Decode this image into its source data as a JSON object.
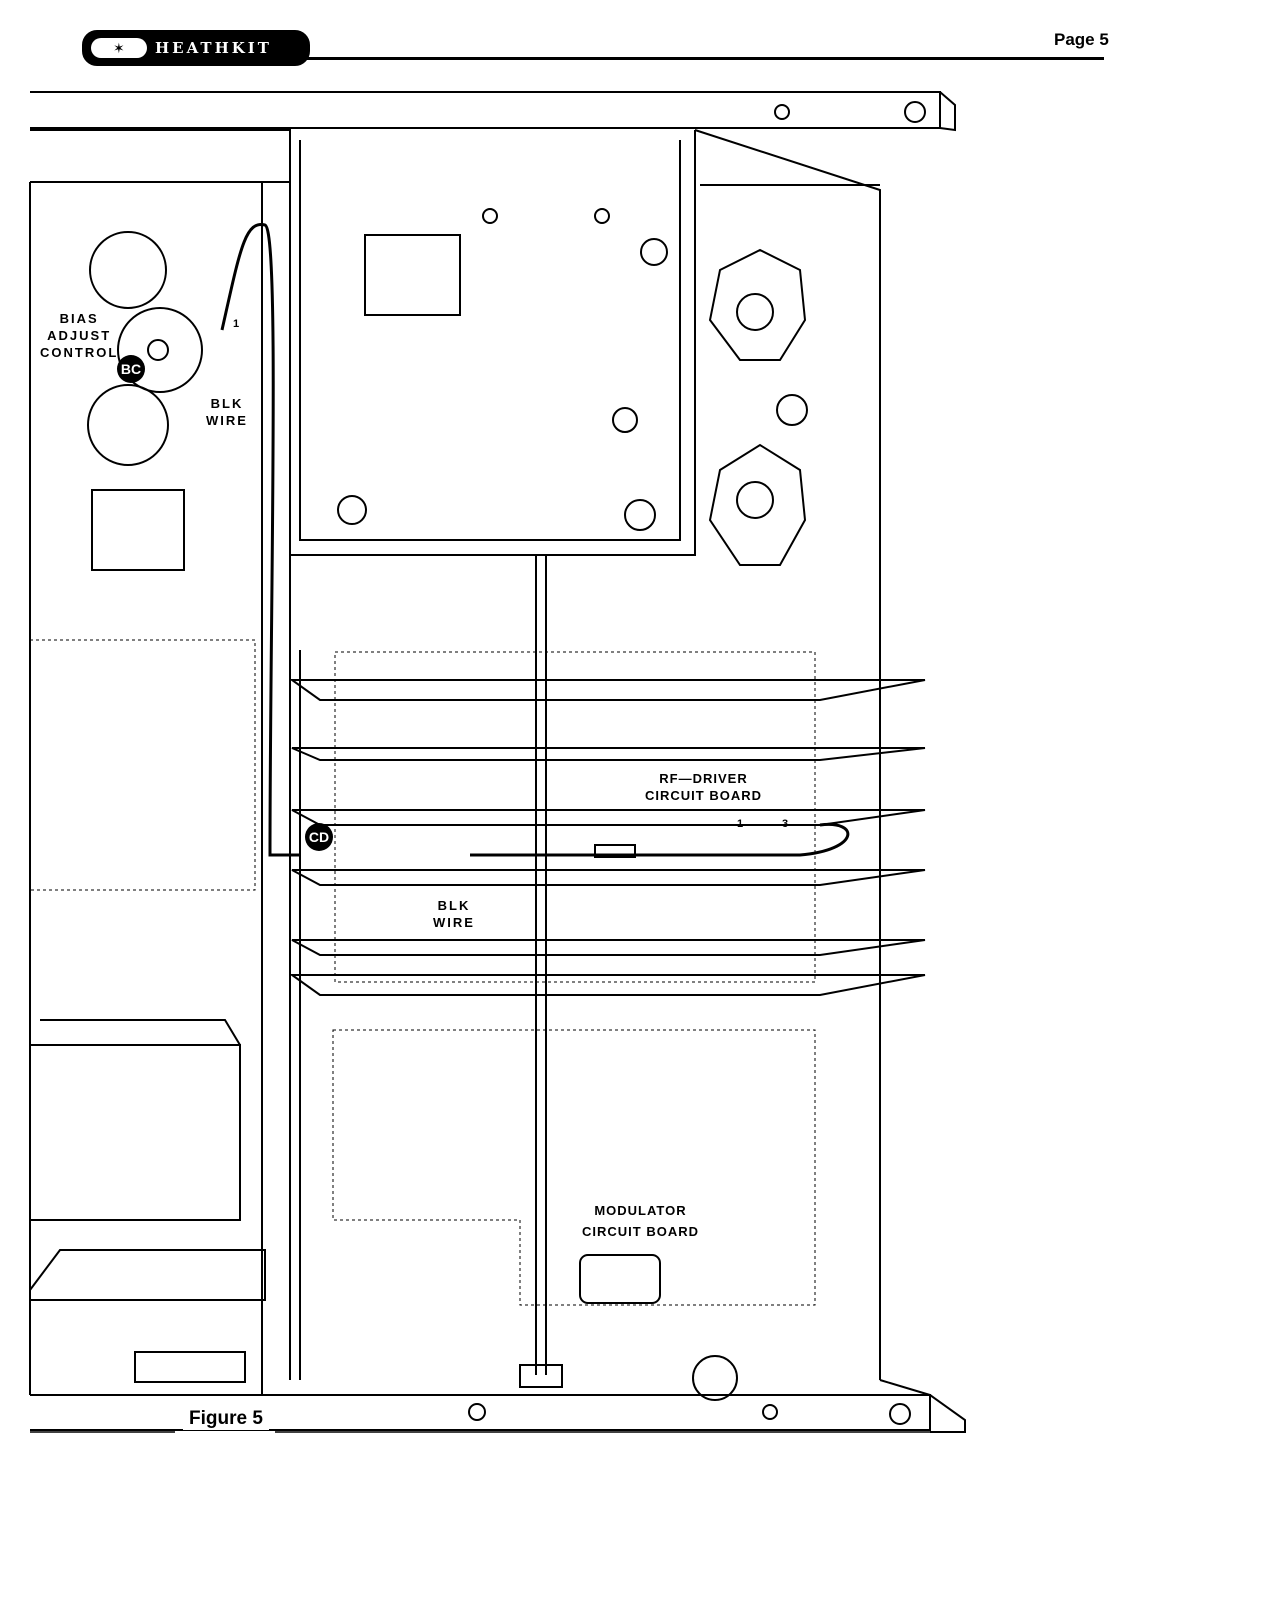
{
  "header": {
    "brand": "HEATHKIT",
    "page": "Page 5"
  },
  "figure": {
    "caption": "Figure 5",
    "labels": {
      "bias_adjust": [
        "BIAS",
        "ADJUST",
        "CONTROL"
      ],
      "blk_wire_upper": [
        "BLK",
        "WIRE"
      ],
      "blk_wire_lower": [
        "BLK",
        "WIRE"
      ],
      "rf_driver": [
        "RF—DRIVER",
        "CIRCUIT BOARD"
      ],
      "modulator": [
        "MODULATOR",
        "CIRCUIT BOARD"
      ],
      "badge_bc": "BC",
      "badge_cd": "CD",
      "lug_1_upper": "1",
      "lug_1_lower": "1",
      "lug_3": "3"
    }
  }
}
